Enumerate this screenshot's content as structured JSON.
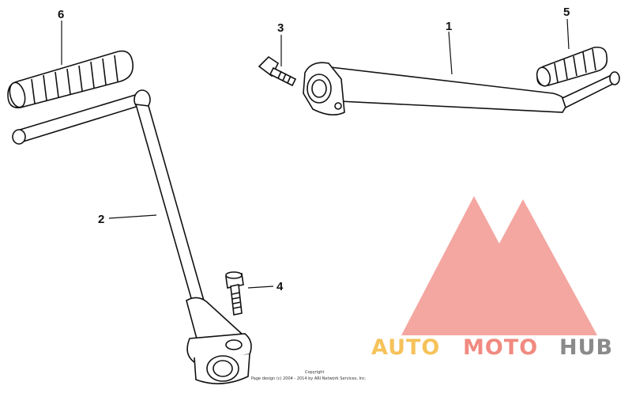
{
  "callouts": {
    "c1": "1",
    "c2": "2",
    "c3": "3",
    "c4": "4",
    "c5": "5",
    "c6": "6"
  },
  "copyright": {
    "line1": "Copyright",
    "line2": "Page design (c) 2004 - 2014 by ARI Network Services, Inc."
  },
  "watermark": {
    "word_part1": "AUTO",
    "word_part2": "MOTO",
    "word_part3": "HUB",
    "colors": {
      "logo": "#f4a6a0",
      "auto": "#f6c25a",
      "moto": "#f08a80",
      "hub": "#8a8a8a"
    }
  },
  "parts": [
    {
      "id": "1",
      "icon": "shift-pedal-arm-icon"
    },
    {
      "id": "2",
      "icon": "kick-starter-arm-icon"
    },
    {
      "id": "3",
      "icon": "bolt-icon"
    },
    {
      "id": "4",
      "icon": "bolt-icon"
    },
    {
      "id": "5",
      "icon": "rubber-grip-icon"
    },
    {
      "id": "6",
      "icon": "rubber-grip-icon"
    }
  ]
}
